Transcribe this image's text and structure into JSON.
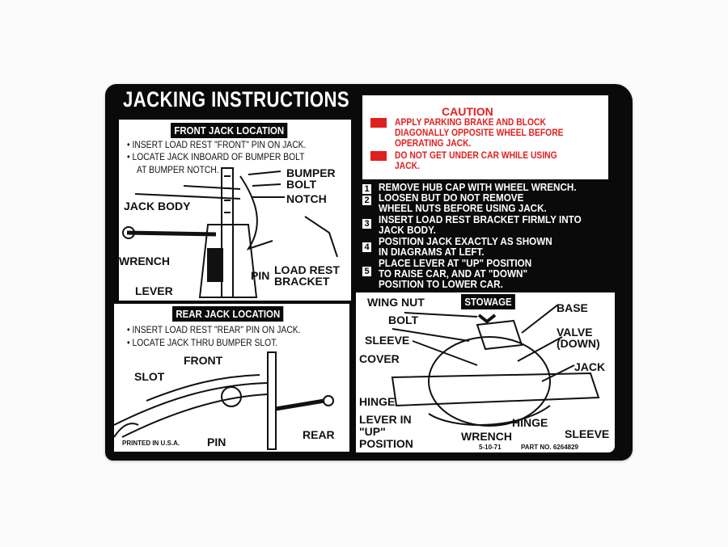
{
  "title": "JACKING INSTRUCTIONS",
  "front": {
    "header": "FRONT JACK LOCATION",
    "bullets": [
      "• INSERT LOAD REST \"FRONT\" PIN ON JACK.",
      "• LOCATE JACK INBOARD OF BUMPER BOLT",
      "AT BUMPER NOTCH."
    ],
    "labels": {
      "bumper": "BUMPER",
      "bolt": "BOLT",
      "notch": "NOTCH",
      "jack_body": "JACK BODY",
      "wrench": "WRENCH",
      "lever": "LEVER",
      "pin": "PIN",
      "load_rest": "LOAD REST",
      "bracket": "BRACKET"
    }
  },
  "rear": {
    "header": "REAR JACK LOCATION",
    "bullets": [
      "• INSERT LOAD REST \"REAR\" PIN ON JACK.",
      "• LOCATE JACK THRU BUMPER SLOT."
    ],
    "labels": {
      "front": "FRONT",
      "slot": "SLOT",
      "pin": "PIN",
      "rear": "REAR"
    },
    "printed": "PRINTED IN U.S.A."
  },
  "caution": {
    "title": "CAUTION",
    "lines1": [
      "APPLY PARKING BRAKE AND BLOCK",
      "DIAGONALLY OPPOSITE WHEEL BEFORE",
      "OPERATING JACK."
    ],
    "lines2": [
      "DO NOT GET UNDER CAR WHILE USING",
      "JACK."
    ]
  },
  "steps": [
    {
      "num": "1",
      "lines": [
        "REMOVE HUB CAP WITH WHEEL WRENCH."
      ]
    },
    {
      "num": "2",
      "lines": [
        "LOOSEN BUT DO NOT REMOVE",
        "WHEEL NUTS BEFORE USING JACK."
      ]
    },
    {
      "num": "3",
      "lines": [
        "INSERT LOAD REST BRACKET FIRMLY INTO",
        "JACK BODY."
      ]
    },
    {
      "num": "4",
      "lines": [
        "POSITION JACK EXACTLY AS SHOWN",
        "IN DIAGRAMS AT LEFT."
      ]
    },
    {
      "num": "5",
      "lines": [
        "PLACE LEVER AT \"UP\" POSITION",
        "TO RAISE CAR, AND AT \"DOWN\"",
        "POSITION TO LOWER CAR."
      ]
    }
  ],
  "stowage": {
    "header": "STOWAGE",
    "labels": {
      "wing_nut": "WING NUT",
      "bolt": "BOLT",
      "sleeve": "SLEEVE",
      "cover": "COVER",
      "hinge": "HINGE",
      "lever1": "LEVER IN",
      "lever2": "\"UP\"",
      "lever3": "POSITION",
      "wrench": "WRENCH",
      "hinge2": "HINGE",
      "base": "BASE",
      "valve": "VALVE",
      "down": "(DOWN)",
      "jack": "JACK",
      "sleeve2": "SLEEVE"
    },
    "date": "5-10-71",
    "part": "PART NO. 6264829"
  },
  "colors": {
    "red": "#e0201f",
    "black": "#0a0a0a"
  }
}
